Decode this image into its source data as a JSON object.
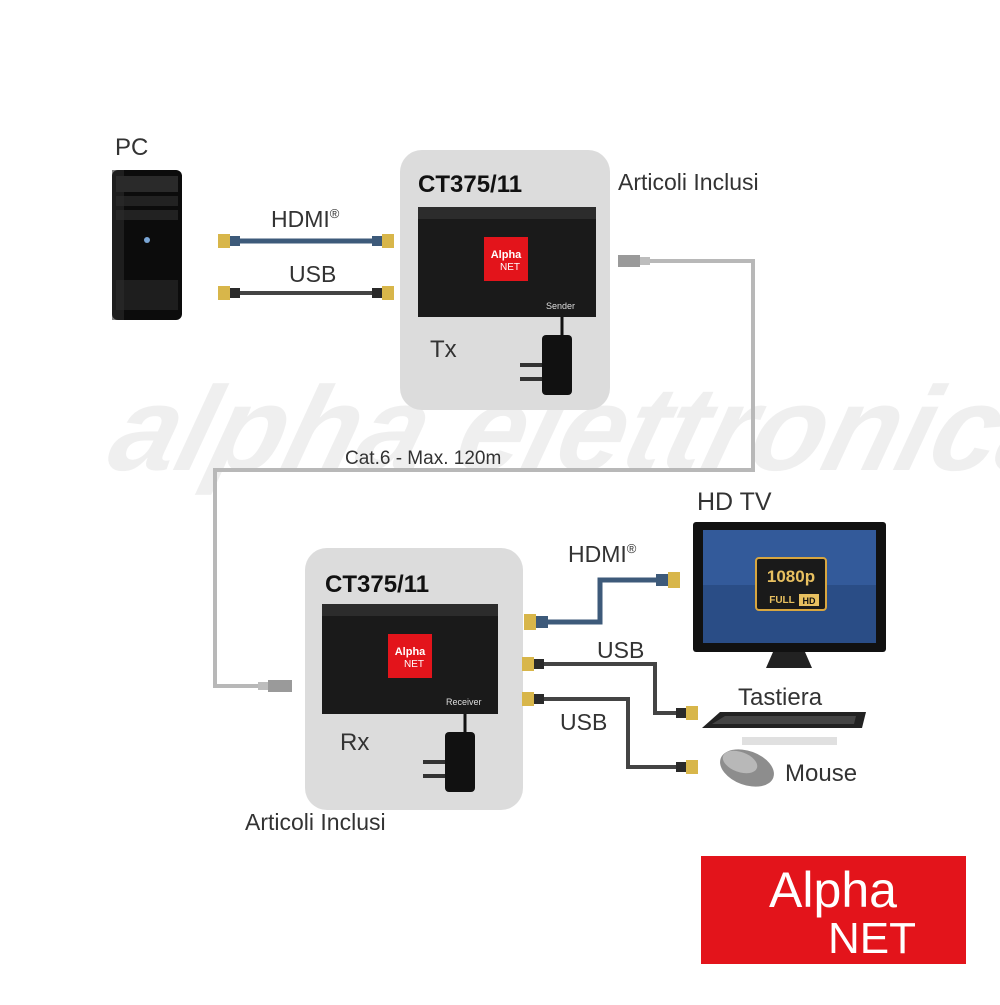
{
  "labels": {
    "pc": "PC",
    "tx_model": "CT375/11",
    "rx_model": "CT375/11",
    "articoli_top": "Articoli Inclusi",
    "articoli_bottom": "Articoli Inclusi",
    "tx": "Tx",
    "rx": "Rx",
    "hdmi_top": "HDMI",
    "hdmi_bottom": "HDMI",
    "registered": "®",
    "usb_top": "USB",
    "usb_rx_1": "USB",
    "usb_rx_2": "USB",
    "cat6": "Cat.6 - Max. 120m",
    "hdtv": "HD TV",
    "tastiera": "Tastiera",
    "mouse": "Mouse",
    "sender": "Sender",
    "receiver": "Receiver",
    "res_1080p": "1080p",
    "full": "FULL",
    "hd": "HD"
  },
  "logo": {
    "line1": "Alpha",
    "line2": "NET"
  },
  "device_logo": {
    "line1": "Alpha",
    "line2": "NET"
  },
  "watermark": "alpha elettronica",
  "colors": {
    "brand_red": "#e3141b",
    "panel_gray": "#dcdcdc",
    "device_black": "#1a1a1a",
    "cable_gray": "#b5b5b5",
    "hdmi_blue": "#3d5a7a",
    "connector_gold": "#d8b64a",
    "text_dark": "#222222"
  }
}
